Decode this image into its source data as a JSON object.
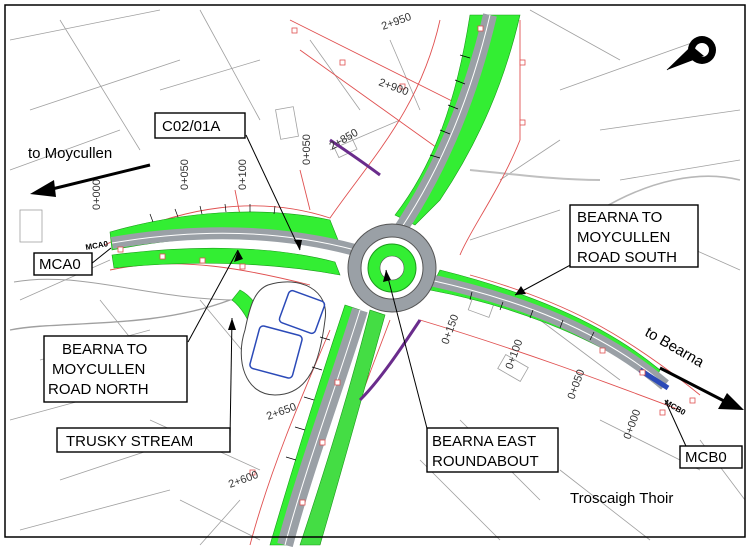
{
  "map": {
    "callouts": {
      "drawing_ref": "C02/01A",
      "road_north_line1": "BEARNA TO",
      "road_north_line2": "MOYCULLEN",
      "road_north_line3": "ROAD NORTH",
      "road_south_line1": "BEARNA TO",
      "road_south_line2": "MOYCULLEN",
      "road_south_line3": "ROAD SOUTH",
      "stream": "TRUSKY STREAM",
      "roundabout_line1": "BEARNA EAST",
      "roundabout_line2": "ROUNDABOUT",
      "mca0": "MCA0",
      "mcb0": "MCB0"
    },
    "directions": {
      "to_moycullen": "to Moycullen",
      "to_bearna": "to Bearna"
    },
    "place_names": {
      "troscaigh": "Troscaigh Thoir"
    },
    "chainages": {
      "n2950": "2+950",
      "n2900": "2+900",
      "n2850": "2+850",
      "w0000": "0+000",
      "w0050": "0+050",
      "w0100": "0+100",
      "e0150": "0+150",
      "e0100": "0+100",
      "e0050": "0+050",
      "e0000": "0+000",
      "s2650": "2+650",
      "s2600": "2+600",
      "nr0050": "0+050"
    },
    "colors": {
      "verge_green": "#33ee33",
      "road_grey": "#9aa0a6",
      "boundary_red": "#e05050",
      "background_lines": "#9a9a9a",
      "arrow": "#000000"
    }
  }
}
